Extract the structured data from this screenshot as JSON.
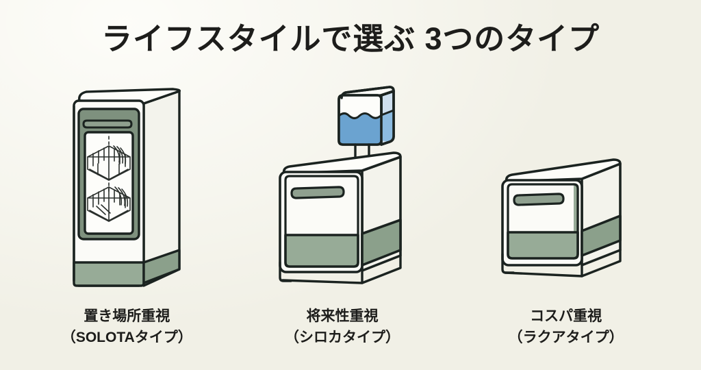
{
  "slide": {
    "title": "ライフスタイルで選ぶ 3つのタイプ",
    "background_color": "#f1f0e6",
    "text_color": "#1d1d1b"
  },
  "palette": {
    "background": "#f1f0e6",
    "outline": "#1b2320",
    "body_white": "#fbfbf7",
    "body_white_shade": "#f3f3ec",
    "accent_green_dark": "#7e917e",
    "accent_green": "#97ab97",
    "accent_green_light": "#a9bba9",
    "water_blue": "#6ba3d0",
    "water_blue_light": "#8cbbe0"
  },
  "types": [
    {
      "id": "solota",
      "illustration": "tall-vertical-dishwasher",
      "features": [
        "green-door-panel",
        "viewing-window",
        "two-dish-racks",
        "green-base"
      ],
      "title": "置き場所重視",
      "subtitle": "（SOLOTAタイプ）"
    },
    {
      "id": "siroca",
      "illustration": "countertop-dishwasher-with-water-tank",
      "features": [
        "top-water-tank",
        "green-handle",
        "green-lower-band"
      ],
      "title": "将来性重視",
      "subtitle": "（シロカタイプ）"
    },
    {
      "id": "rakua",
      "illustration": "compact-countertop-dishwasher",
      "features": [
        "green-handle",
        "green-lower-band"
      ],
      "title": "コスパ重視",
      "subtitle": "（ラクアタイプ）"
    }
  ]
}
